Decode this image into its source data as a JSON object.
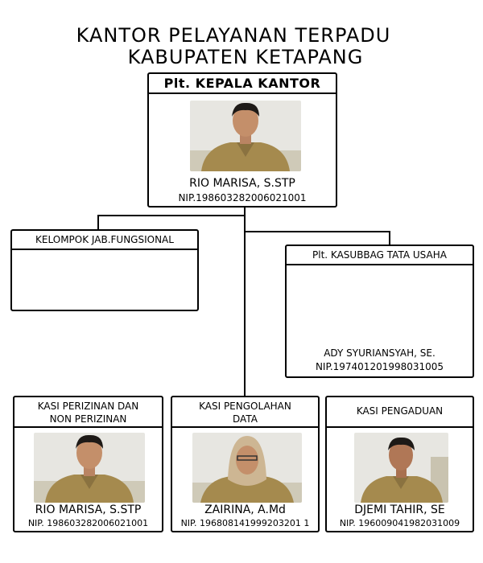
{
  "title": {
    "line1": "KANTOR PELAYANAN TERPADU",
    "line2": "KABUPATEN KETAPANG"
  },
  "head": {
    "position": "Plt. KEPALA KANTOR",
    "name": "RIO MARISA, S.STP",
    "nip": "NIP.198603282006021001"
  },
  "fungsional": {
    "position": "KELOMPOK JAB.FUNGSIONAL"
  },
  "kasubbag": {
    "position": "Plt. KASUBBAG TATA USAHA",
    "name": "ADY SYURIANSYAH, SE.",
    "nip": "NIP.197401201998031005"
  },
  "kasi": [
    {
      "position": "KASI PERIZINAN DAN NON PERIZINAN",
      "name": "RIO MARISA, S.STP",
      "nip": "NIP. 198603282006021001"
    },
    {
      "position": "KASI PENGOLAHAN DATA",
      "name": "ZAIRINA, A.Md",
      "nip": "NIP. 196808141999203201 1"
    },
    {
      "position": "KASI PENGADUAN",
      "name": "DJEMI TAHIR, SE",
      "nip": "NIP. 196009041982031009"
    }
  ],
  "colors": {
    "line": "#000000",
    "uniform": "#a58a4e",
    "wall": "#e7e6e1",
    "skin": "#c48f6a",
    "hair": "#1e1a17",
    "hijab": "#cdb693"
  }
}
